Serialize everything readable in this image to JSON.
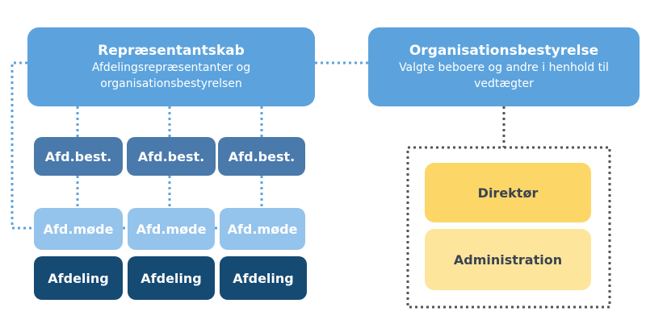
{
  "representantskab": {
    "title": "Repræsentantskab",
    "line1": "Afdelingsrepræsentanter og",
    "line2": "organisationsbestyrelsen"
  },
  "organisationsbestyrelse": {
    "title": "Organisationsbestyrelse",
    "line1": "Valgte beboere og andre i henhold til",
    "line2": "vedtægter"
  },
  "columns": [
    {
      "best": "Afd.best.",
      "mode": "Afd.møde",
      "afdeling": "Afdeling"
    },
    {
      "best": "Afd.best.",
      "mode": "Afd.møde",
      "afdeling": "Afdeling"
    },
    {
      "best": "Afd.best.",
      "mode": "Afd.møde",
      "afdeling": "Afdeling"
    }
  ],
  "administration_group": {
    "direktor": "Direktør",
    "administration": "Administration"
  },
  "colors": {
    "main_box": "#5ca3dd",
    "afd_best": "#4a79ab",
    "afd_mode": "#94c3ec",
    "afdeling": "#154a73",
    "direktor": "#fcd767",
    "administration": "#fde69b",
    "connector": "#5ca3dd",
    "frame": "#555555"
  }
}
